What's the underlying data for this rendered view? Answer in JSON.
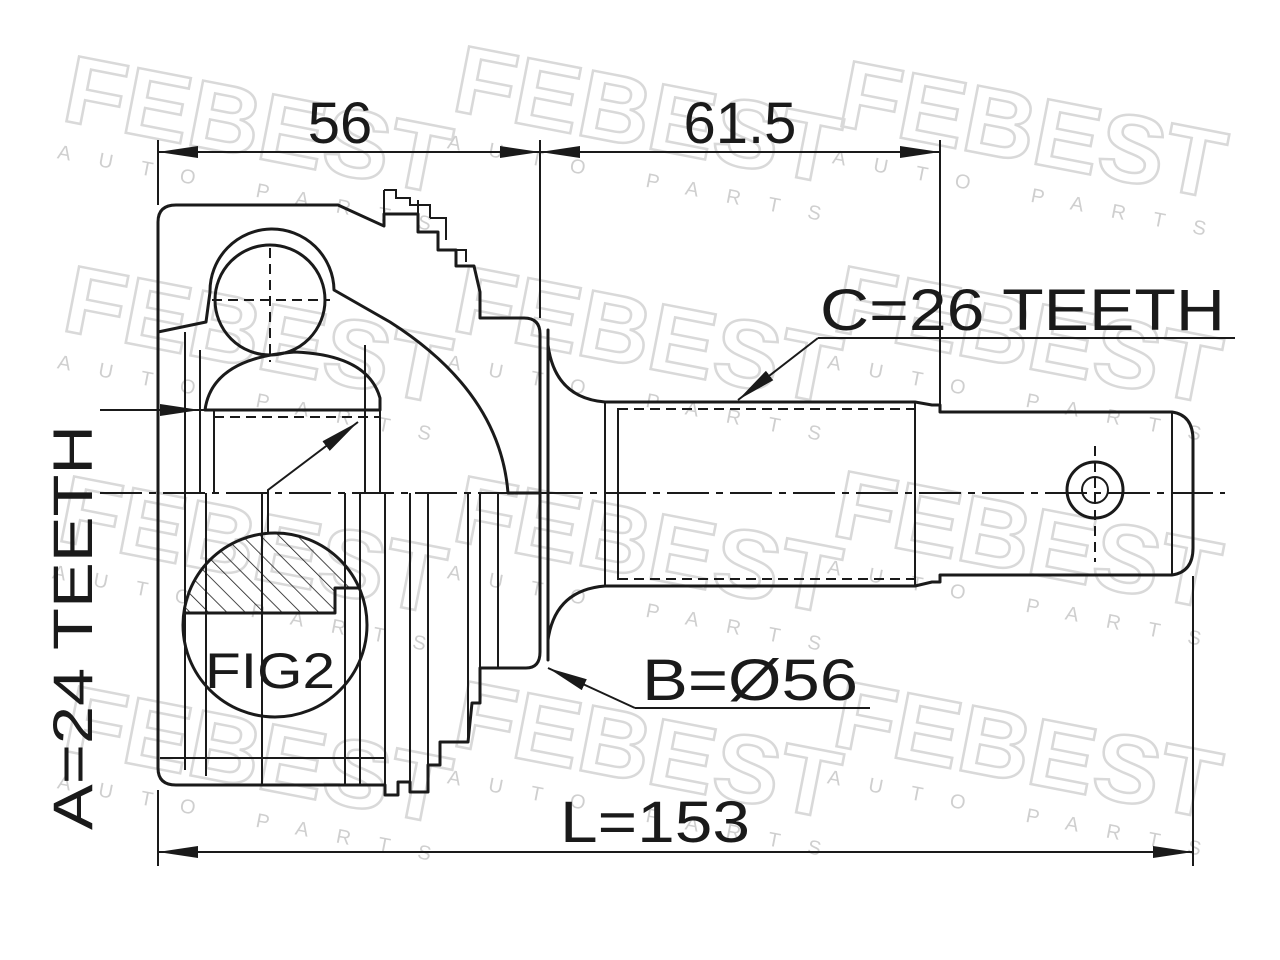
{
  "dimensions": {
    "top_left": "56",
    "top_right": "61.5",
    "length": "L=153"
  },
  "callouts": {
    "c_teeth": "C=26 TEETH",
    "a_teeth": "A=24 TEETH",
    "b_diameter": "B=Ø56",
    "fig": "FIG2"
  },
  "watermark": {
    "brand": "FEBEST",
    "tagline": "AUTO PARTS"
  },
  "colors": {
    "line": "#1a1a1a",
    "watermark_outline": "#d9d9d9",
    "watermark_text": "#cfcfcf",
    "background": "#ffffff"
  }
}
